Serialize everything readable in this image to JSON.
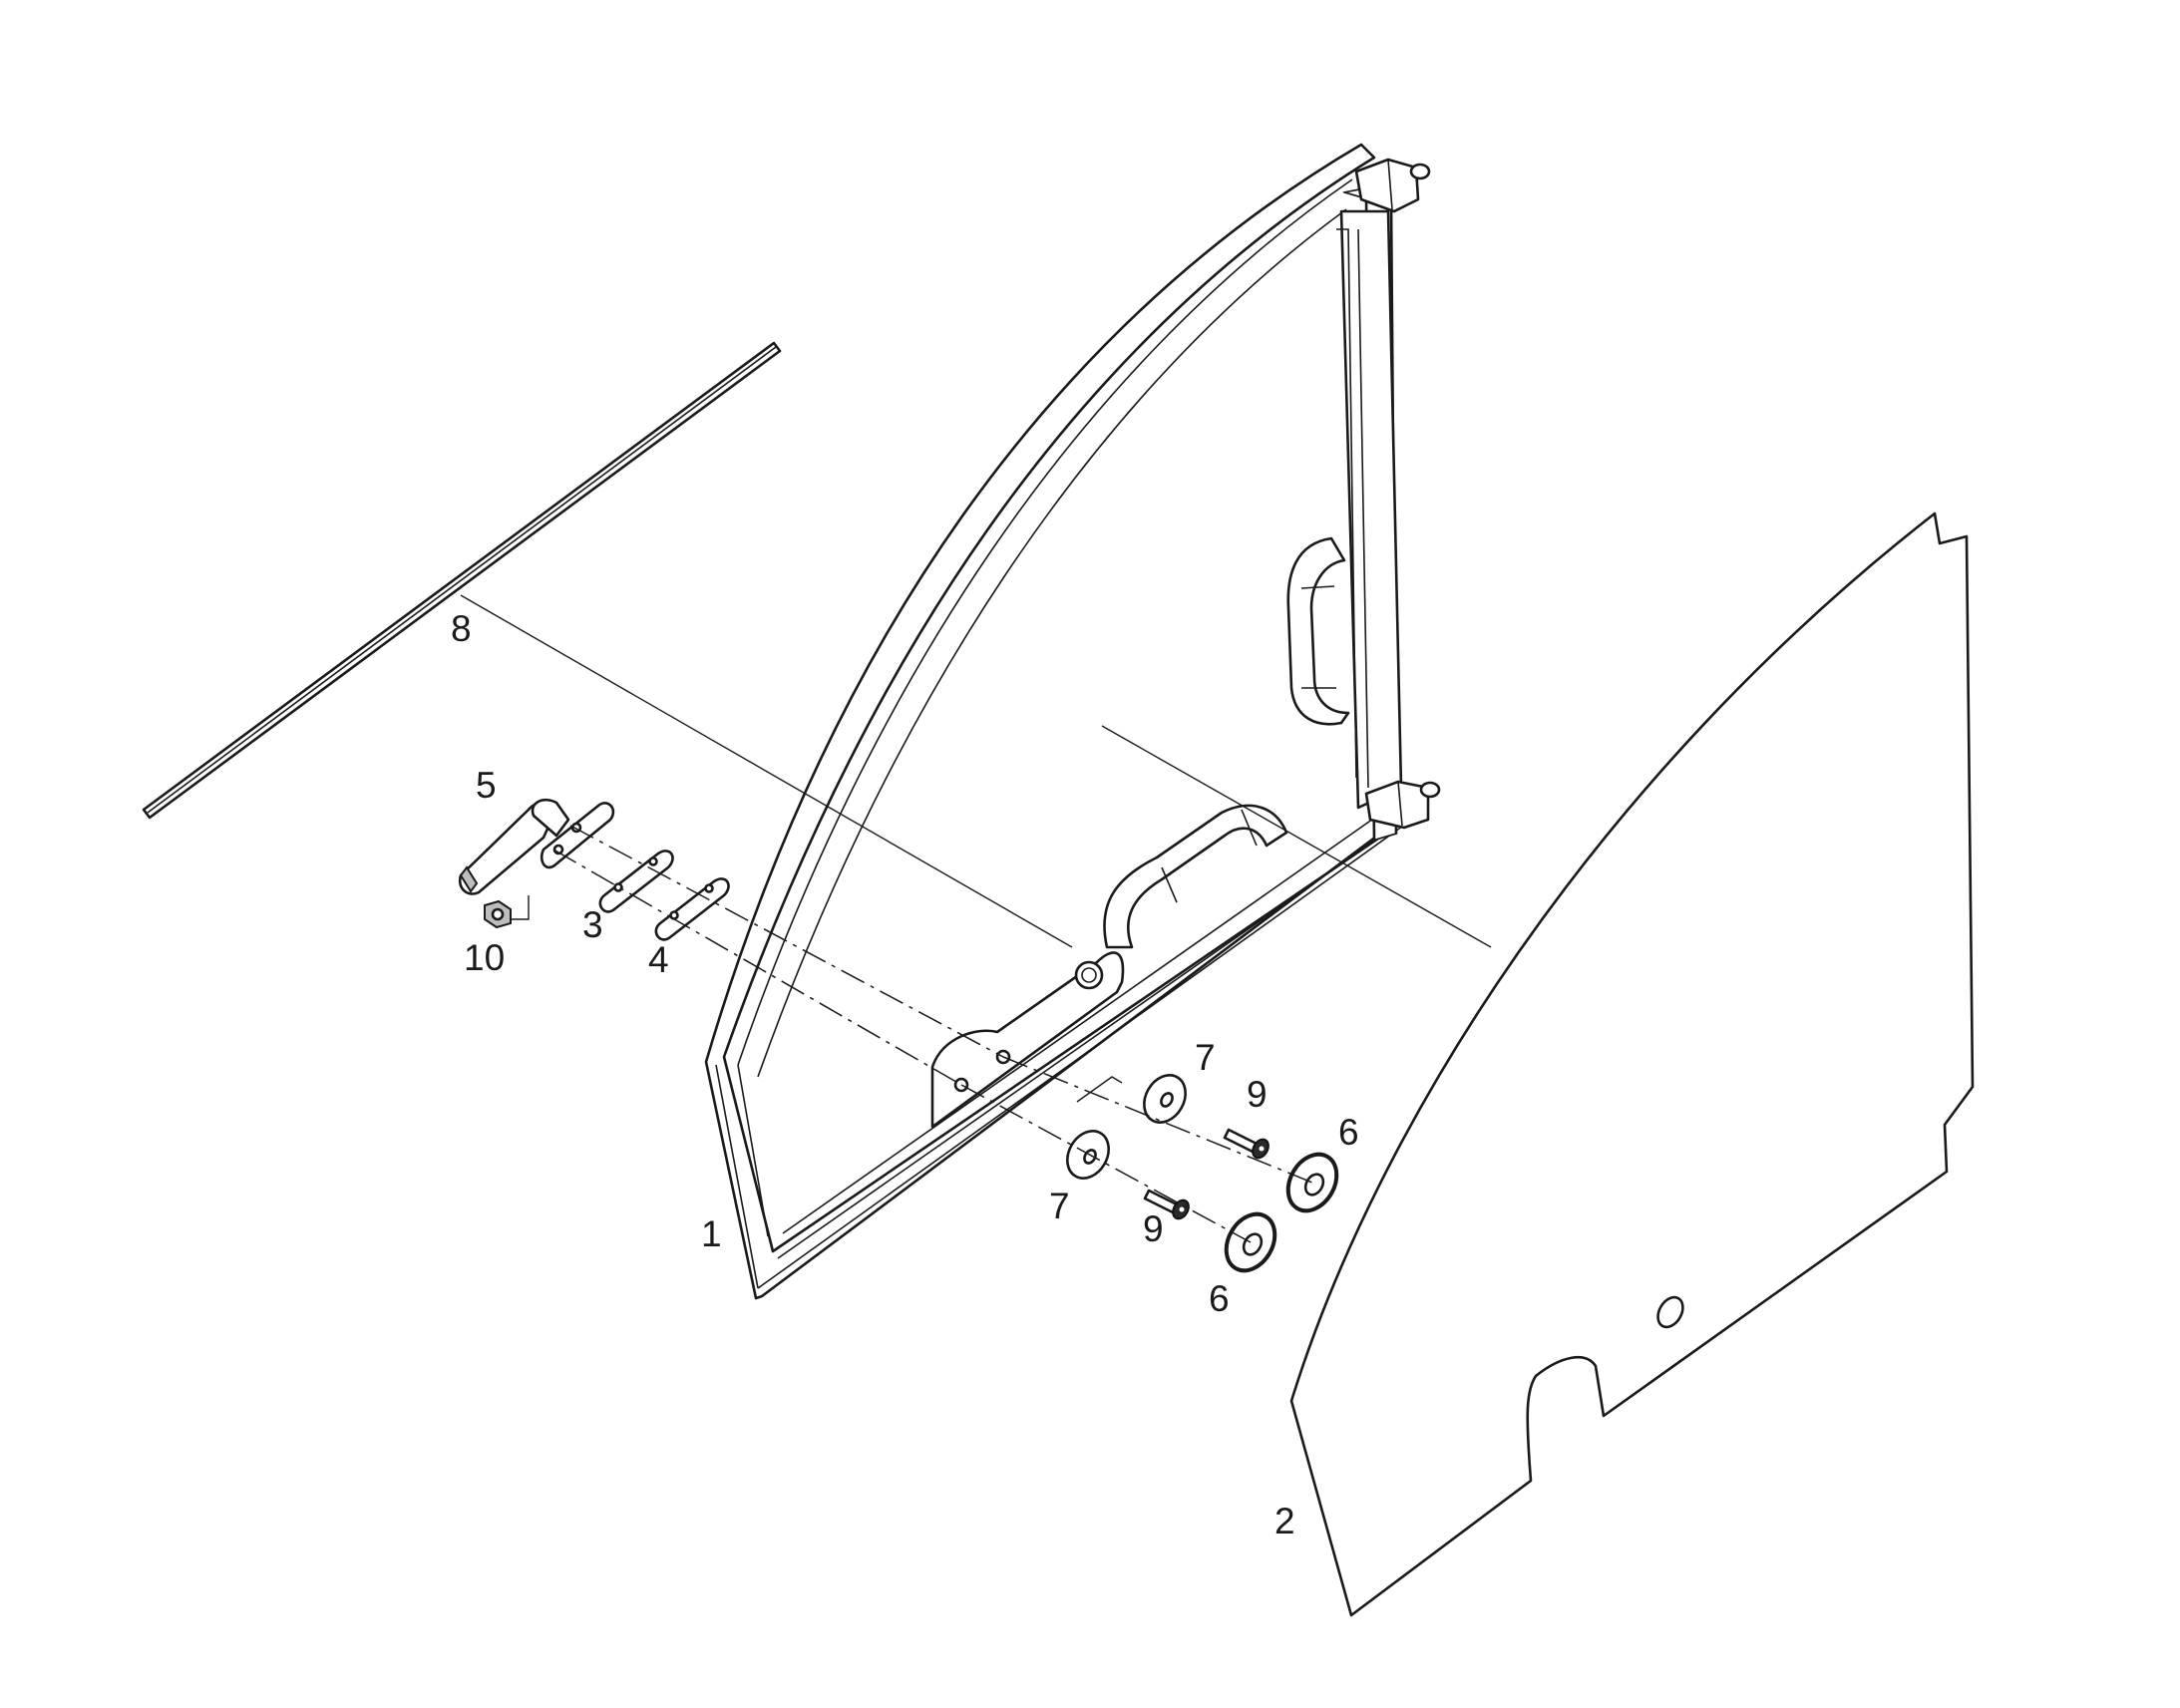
{
  "diagram": {
    "colors": {
      "line": "#1a1a1a",
      "background": "#ffffff",
      "fill_grey": "#bdbdbd"
    },
    "labels": [
      {
        "id": "label-1",
        "text": "1"
      },
      {
        "id": "label-2",
        "text": "2"
      },
      {
        "id": "label-3",
        "text": "3"
      },
      {
        "id": "label-4",
        "text": "4"
      },
      {
        "id": "label-5",
        "text": "5"
      },
      {
        "id": "label-6a",
        "text": "6"
      },
      {
        "id": "label-6b",
        "text": "6"
      },
      {
        "id": "label-7a",
        "text": "7"
      },
      {
        "id": "label-7b",
        "text": "7"
      },
      {
        "id": "label-8",
        "text": "8"
      },
      {
        "id": "label-9a",
        "text": "9"
      },
      {
        "id": "label-9b",
        "text": "9"
      },
      {
        "id": "label-10",
        "text": "10"
      }
    ]
  }
}
